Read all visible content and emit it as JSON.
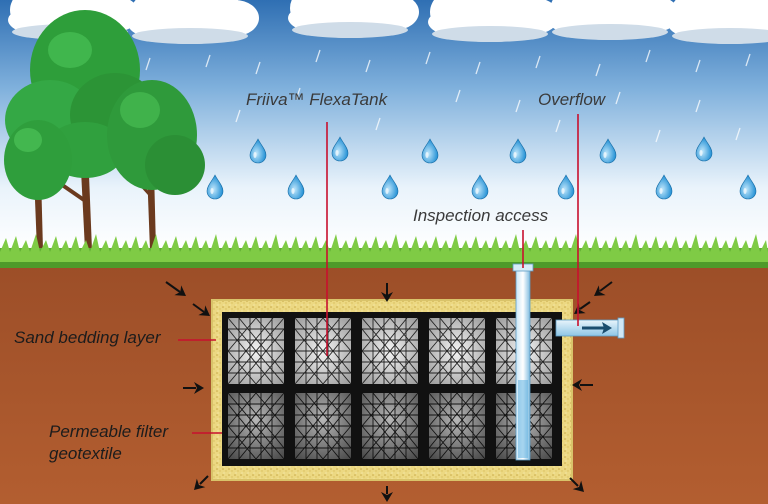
{
  "labels": {
    "tank": "Friiva™ FlexaTank",
    "overflow": "Overflow",
    "inspection": "Inspection access",
    "sand": "Sand bedding layer",
    "geotextile_line1": "Permeable filter",
    "geotextile_line2": "geotextile"
  },
  "colors": {
    "sky_top": "#2f6fb3",
    "sky_bottom": "#ffffff",
    "soil": "#a5552c",
    "sand": "#e8d27a",
    "grass": "#6fbf3a",
    "leader_line": "#c8102e",
    "water_drop": "#1e8fd6",
    "tank_frame": "#111111"
  },
  "icons": [
    "tree-icon",
    "cloud-icon",
    "raindrop-icon",
    "pressure-arrow-icon",
    "flow-arrow-icon"
  ]
}
